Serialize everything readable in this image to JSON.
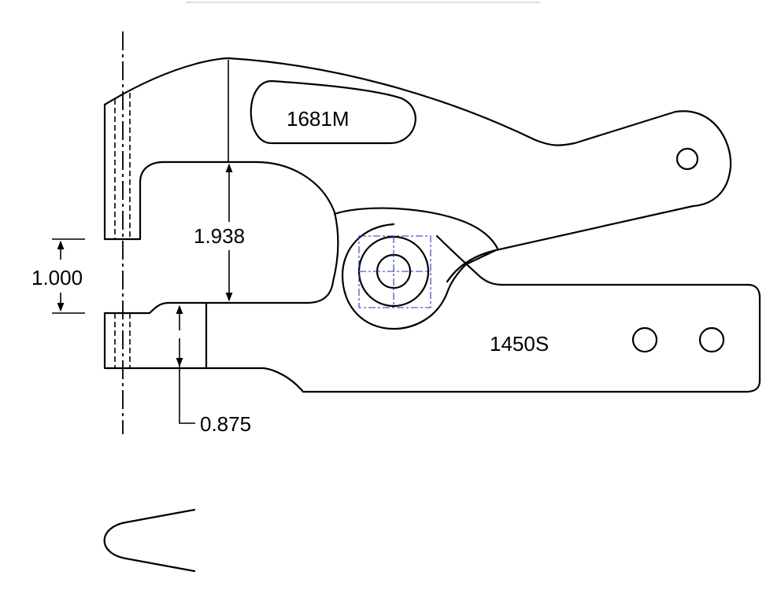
{
  "labels": {
    "upper_part": "1681M",
    "lower_part": "1450S"
  },
  "dimensions": {
    "throat_height": "1.938",
    "jaw_opening": "1.000",
    "lower_jaw_height": "0.875"
  },
  "colors": {
    "outline": "#000000",
    "construction": "#2233cc"
  }
}
